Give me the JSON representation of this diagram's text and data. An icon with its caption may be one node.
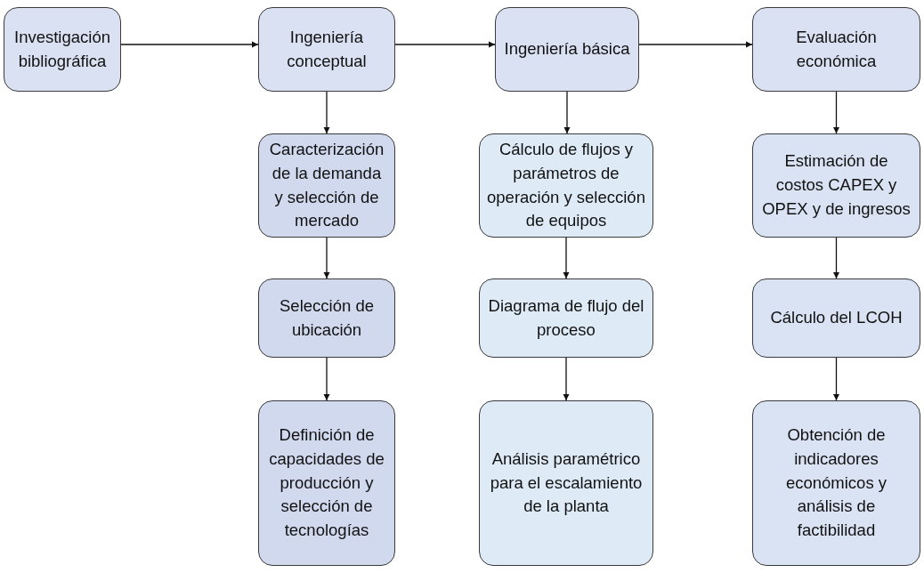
{
  "diagram": {
    "nodes": [
      {
        "text": [
          "Investigación bibliográfica"
        ]
      },
      {
        "text": [
          "Ingeniería conceptual"
        ]
      },
      {
        "text": [
          "Ingeniería básica"
        ]
      },
      {
        "text": [
          "Evaluación económica"
        ]
      },
      {
        "text": [
          "Caracterización de la demanda y selección de mercado"
        ]
      },
      {
        "text": [
          "Selección de ubicación"
        ]
      },
      {
        "text": [
          "Definición de capacidades de producción y selección de tecnologías"
        ]
      },
      {
        "text": [
          "Cálculo de flujos y parámetros de operación y selección de equipos"
        ]
      },
      {
        "text": [
          "Diagrama de flujo del proceso"
        ]
      },
      {
        "text": [
          "Análisis paramétrico para el escalamiento de la planta"
        ]
      },
      {
        "text": [
          "Estimación de costos CAPEX y OPEX y de ingresos"
        ]
      },
      {
        "text": [
          "Cálculo del LCOH"
        ]
      },
      {
        "text": [
          "Obtención de indicadores económicos y análisis de factibilidad"
        ]
      }
    ],
    "edges": [
      {
        "from": 0,
        "to": 1,
        "arrow": "to"
      },
      {
        "from": 1,
        "to": 2,
        "arrow": "to"
      },
      {
        "from": 2,
        "to": 3,
        "arrow": "to"
      },
      {
        "from": 1,
        "to": 4,
        "arrow": "to"
      },
      {
        "from": 4,
        "to": 5,
        "arrow": "to"
      },
      {
        "from": 5,
        "to": 6,
        "arrow": "to"
      },
      {
        "from": 2,
        "to": 7,
        "arrow": "to"
      },
      {
        "from": 7,
        "to": 8,
        "arrow": "to"
      },
      {
        "from": 8,
        "to": 9,
        "arrow": "to"
      },
      {
        "from": 3,
        "to": 10,
        "arrow": "to"
      },
      {
        "from": 10,
        "to": 11,
        "arrow": "to"
      },
      {
        "from": 11,
        "to": 12,
        "arrow": "to"
      }
    ]
  }
}
